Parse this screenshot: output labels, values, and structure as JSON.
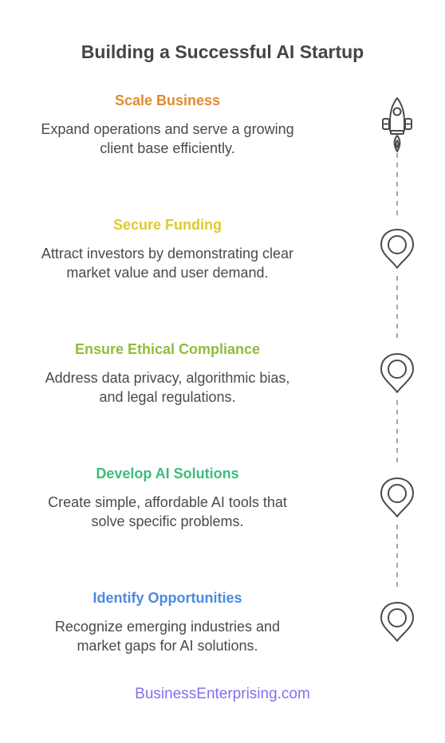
{
  "title": "Building a Successful AI Startup",
  "steps": [
    {
      "title": "Scale Business",
      "color": "#e08a2e",
      "desc_line1": "Expand operations and serve a growing",
      "desc_line2": "client base efficiently.",
      "icon": "rocket-icon"
    },
    {
      "title": "Secure Funding",
      "color": "#e0c92a",
      "desc_line1": "Attract investors by demonstrating clear",
      "desc_line2": "market value and user demand.",
      "icon": "location-pin-icon"
    },
    {
      "title": "Ensure Ethical Compliance",
      "color": "#8fbd3a",
      "desc_line1": "Address data privacy, algorithmic bias,",
      "desc_line2": "and legal regulations.",
      "icon": "location-pin-icon"
    },
    {
      "title": "Develop AI Solutions",
      "color": "#3dbd7a",
      "desc_line1": "Create simple, affordable AI tools that",
      "desc_line2": "solve specific problems.",
      "icon": "location-pin-icon"
    },
    {
      "title": "Identify Opportunities",
      "color": "#4a8ae0",
      "desc_line1": "Recognize emerging industries and",
      "desc_line2": "market gaps for AI solutions.",
      "icon": "location-pin-icon"
    }
  ],
  "footer": "BusinessEnterprising.com",
  "colors": {
    "title": "#454545",
    "description": "#4a4a4a",
    "icon_stroke": "#4a4a4a",
    "footer": "#8a6cf0"
  }
}
